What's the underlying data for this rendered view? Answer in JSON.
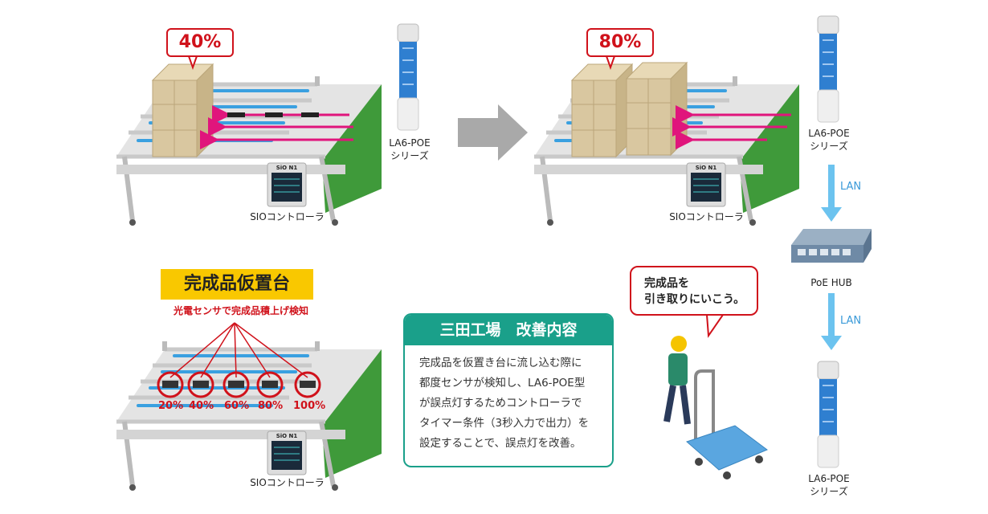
{
  "top_left": {
    "callout": "40%",
    "controller_label": "SIOコントローラ",
    "controller_brand": "SiO N1",
    "tower_label_1": "LA6-POE",
    "tower_label_2": "シリーズ"
  },
  "top_right": {
    "callout": "80%",
    "controller_label": "SIOコントローラ",
    "controller_brand": "SiO N1",
    "tower_label_1": "LA6-POE",
    "tower_label_2": "シリーズ"
  },
  "network": {
    "lan_1": "LAN",
    "hub_label": "PoE HUB",
    "lan_2": "LAN",
    "tower_label_1": "LA6-POE",
    "tower_label_2": "シリーズ"
  },
  "bottom_left": {
    "title": "完成品仮置台",
    "sensor_note": "光電センサで完成品積上げ検知",
    "percentages": [
      "20%",
      "40%",
      "60%",
      "80%",
      "100%"
    ],
    "controller_label": "SIOコントローラ",
    "controller_brand": "SiO N1"
  },
  "improvement": {
    "title": "三田工場　改善内容",
    "lines": [
      "完成品を仮置き台に流し込む際に",
      "都度センサが検知し、LA6-POE型",
      "が誤点灯するためコントローラで",
      "タイマー条件（3秒入力で出力）を",
      "設定することで、誤点灯を改善。"
    ]
  },
  "speech": {
    "line1": "完成品を",
    "line2": "引き取りにいこう。"
  },
  "colors": {
    "accent_red": "#d0121b",
    "teal": "#1aa08a",
    "yellow": "#f9c800",
    "lan_blue": "#6cc3ef",
    "rack_green": "#3f9a3a"
  }
}
